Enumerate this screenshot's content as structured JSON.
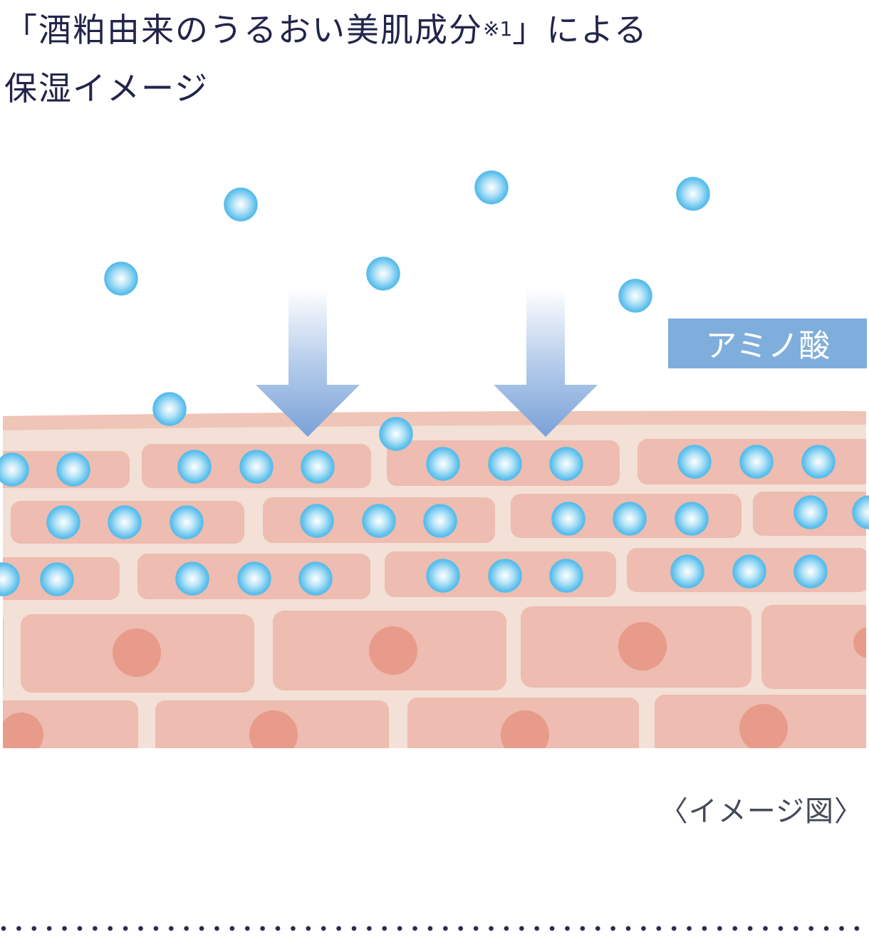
{
  "heading": {
    "line1_main": "「酒粕由来のうるおい美肌成分",
    "line1_note": "※1",
    "line1_end": "」による",
    "line2": "保湿イメージ"
  },
  "diagram": {
    "label": "アミノ酸",
    "label_color": "#80aedc",
    "droplet_color": "#5fc0ec",
    "arrow_color": "#7ea6dc",
    "skin_color": "#eebcb0",
    "skin_background": "#f3e0d6",
    "nucleus_color": "#e89b8b"
  },
  "caption": "〈イメージ図〉"
}
